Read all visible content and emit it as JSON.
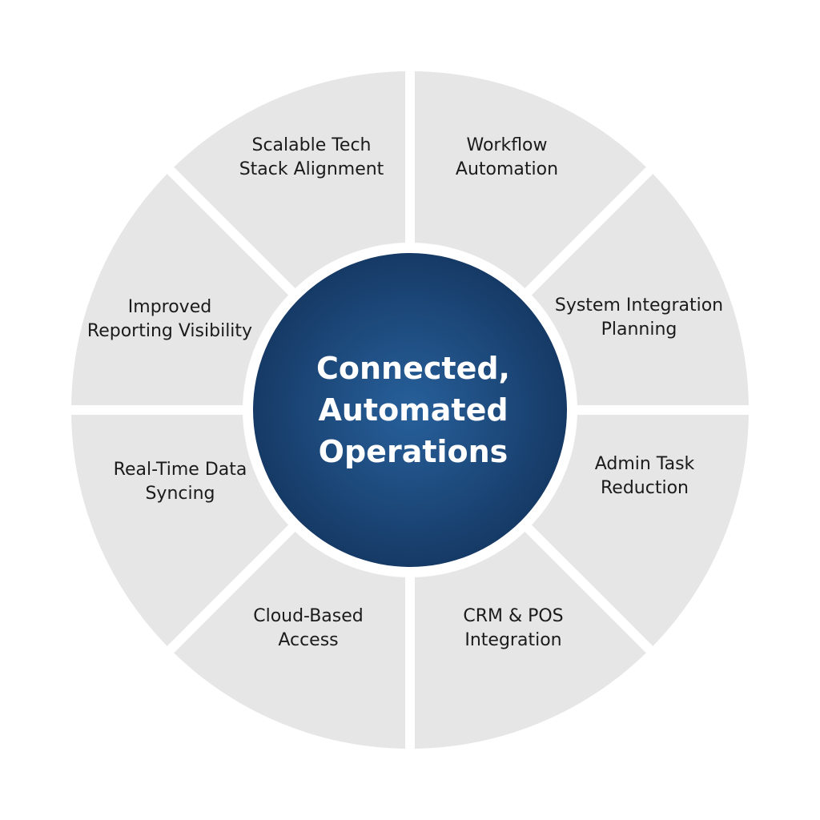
{
  "center": {
    "lines": [
      "Connected,",
      "Automated",
      "Operations"
    ],
    "color": "#1e4a7e"
  },
  "segments": [
    {
      "lines": [
        "Workflow",
        "Automation"
      ]
    },
    {
      "lines": [
        "System Integration",
        "Planning"
      ]
    },
    {
      "lines": [
        "Admin Task",
        "Reduction"
      ]
    },
    {
      "lines": [
        "CRM & POS",
        "Integration"
      ]
    },
    {
      "lines": [
        "Cloud-Based",
        "Access"
      ]
    },
    {
      "lines": [
        "Real-Time Data",
        "Syncing"
      ]
    },
    {
      "lines": [
        "Improved",
        "Reporting Visibility"
      ]
    },
    {
      "lines": [
        "Scalable Tech",
        "Stack Alignment"
      ]
    }
  ],
  "colors": {
    "segment_fill": "#e6e6e7",
    "segment_text": "#1b1b1b",
    "center_text": "#ffffff"
  }
}
